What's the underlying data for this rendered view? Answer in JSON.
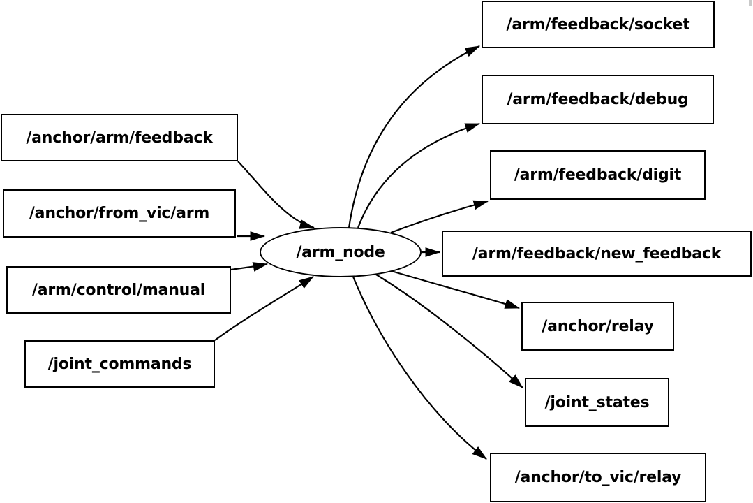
{
  "diagram": {
    "kind": "ros-node-topic-graph",
    "center_node": {
      "label": "/arm_node"
    },
    "input_topics": [
      {
        "label": "/anchor/arm/feedback"
      },
      {
        "label": "/anchor/from_vic/arm"
      },
      {
        "label": "/arm/control/manual"
      },
      {
        "label": "/joint_commands"
      }
    ],
    "output_topics": [
      {
        "label": "/arm/feedback/socket"
      },
      {
        "label": "/arm/feedback/debug"
      },
      {
        "label": "/arm/feedback/digit"
      },
      {
        "label": "/arm/feedback/new_feedback"
      },
      {
        "label": "/anchor/relay"
      },
      {
        "label": "/joint_states"
      },
      {
        "label": "/anchor/to_vic/relay"
      }
    ],
    "colors": {
      "node_stroke": "#000000",
      "node_fill": "#ffffff",
      "edge": "#000000",
      "text": "#000000",
      "background": "#ffffff"
    }
  }
}
